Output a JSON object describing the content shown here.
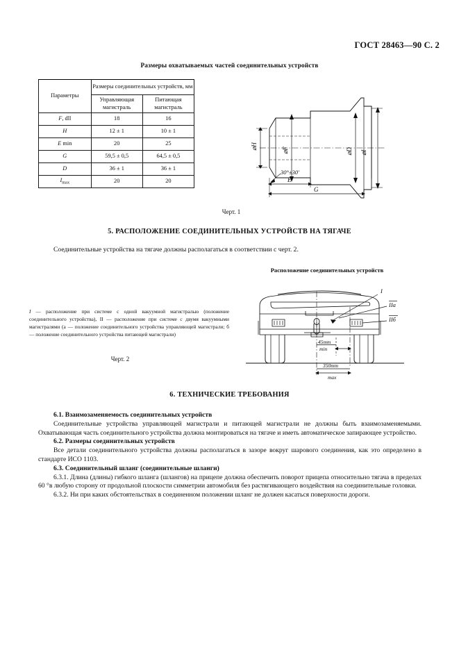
{
  "header": {
    "standard": "ГОСТ 28463—90 С. 2"
  },
  "table": {
    "title": "Размеры охватываемых частей соединительных устройств",
    "header": {
      "param": "Параметры",
      "group": "Размеры соединительных устройств, мм",
      "col1_line1": "Управляющая",
      "col1_line2": "магистраль",
      "col2_line1": "Питающая",
      "col2_line2": "магистраль"
    },
    "rows": [
      {
        "param": "F",
        "param_rest": ", dll",
        "control": "18",
        "supply": "16"
      },
      {
        "param": "H",
        "param_rest": "",
        "control": "12 ± 1",
        "supply": "10 ± 1"
      },
      {
        "param": "E",
        "param_rest": " min",
        "control": "20",
        "supply": "25"
      },
      {
        "param": "G",
        "param_rest": "",
        "control": "59,5 ± 0,5",
        "supply": "64,5 ± 0,5"
      },
      {
        "param": "D",
        "param_rest": "",
        "control": "36 ± 1",
        "supply": "36 ± 1"
      },
      {
        "param": "I",
        "param_rest": "max",
        "control": "20",
        "supply": "20"
      }
    ]
  },
  "figure1": {
    "caption": "Черт. 1",
    "labels": {
      "dia_h": "⌀H",
      "dia_f": "⌀F",
      "dia_d": "⌀D",
      "dia_i": "⌀I",
      "angle": "30°±30'",
      "dim_e": "E",
      "dim_g": "G"
    }
  },
  "section5": {
    "heading": "5.  РАСПОЛОЖЕНИЕ СОЕДИНИТЕЛЬНЫХ УСТРОЙСТВ НА ТЯГАЧЕ",
    "paragraph": "Соединительные устройства на тягаче должны располагаться в соответствии с черт. 2."
  },
  "figure2": {
    "title": "Расположение соединительных устройств",
    "caption": "Черт. 2",
    "legend_prefix": "I",
    "legend": " — расположение при системе с одной вакуумной магистралью (положение соединительного устройства),  II — расположение при системе с двумя вакуумными  магистралями  (а — положение соединительного устройства  управляющей магистрали; б — положение соединительного устройства питающей магистрали)",
    "labels": {
      "pos_i": "I",
      "pos_iia": "IIa",
      "pos_iib": "IIб",
      "dim_45_value": "45mm",
      "dim_45_qual": "min",
      "dim_350_value": "350mm",
      "dim_350_qual": "max"
    }
  },
  "section6": {
    "heading": "6.  ТЕХНИЧЕСКИЕ ТРЕБОВАНИЯ",
    "items": [
      {
        "sub_heading": "6.1.  Взаимозаменяемость соединительных устройств",
        "paragraphs": [
          "Соединительные устройства управляющей магистрали и питающей магистрали не должны быть взаимозаменяемыми. Охватывающая часть соединительного устройства должна монтироваться на тягаче и иметь автоматическое запирающее устройство."
        ]
      },
      {
        "sub_heading": "6.2.  Размеры соединительных устройств",
        "paragraphs": [
          "Все детали соединительного устройства должны располагаться в зазоре вокруг шарового соединения, как это определено в стандарте ИСО 1103."
        ]
      },
      {
        "sub_heading": "6.3.  Соединительный шланг (соединительные шланги)",
        "paragraphs": [
          "6.3.1. Длина (длины) гибкого шланга (шлангов) на прицепе должна обеспечить поворот прицепа относительно тягача в пределах 60 °в любую сторону от продольной плоскости симметрии автомобиля без растягивающего воздействия на соединительные головки.",
          "6.3.2. Ни при каких обстоятельствах в соединенном положении шланг не должен касаться поверхности дороги."
        ]
      }
    ]
  },
  "colors": {
    "ink": "#111111",
    "line": "#1a1a1a",
    "paper": "#ffffff"
  }
}
